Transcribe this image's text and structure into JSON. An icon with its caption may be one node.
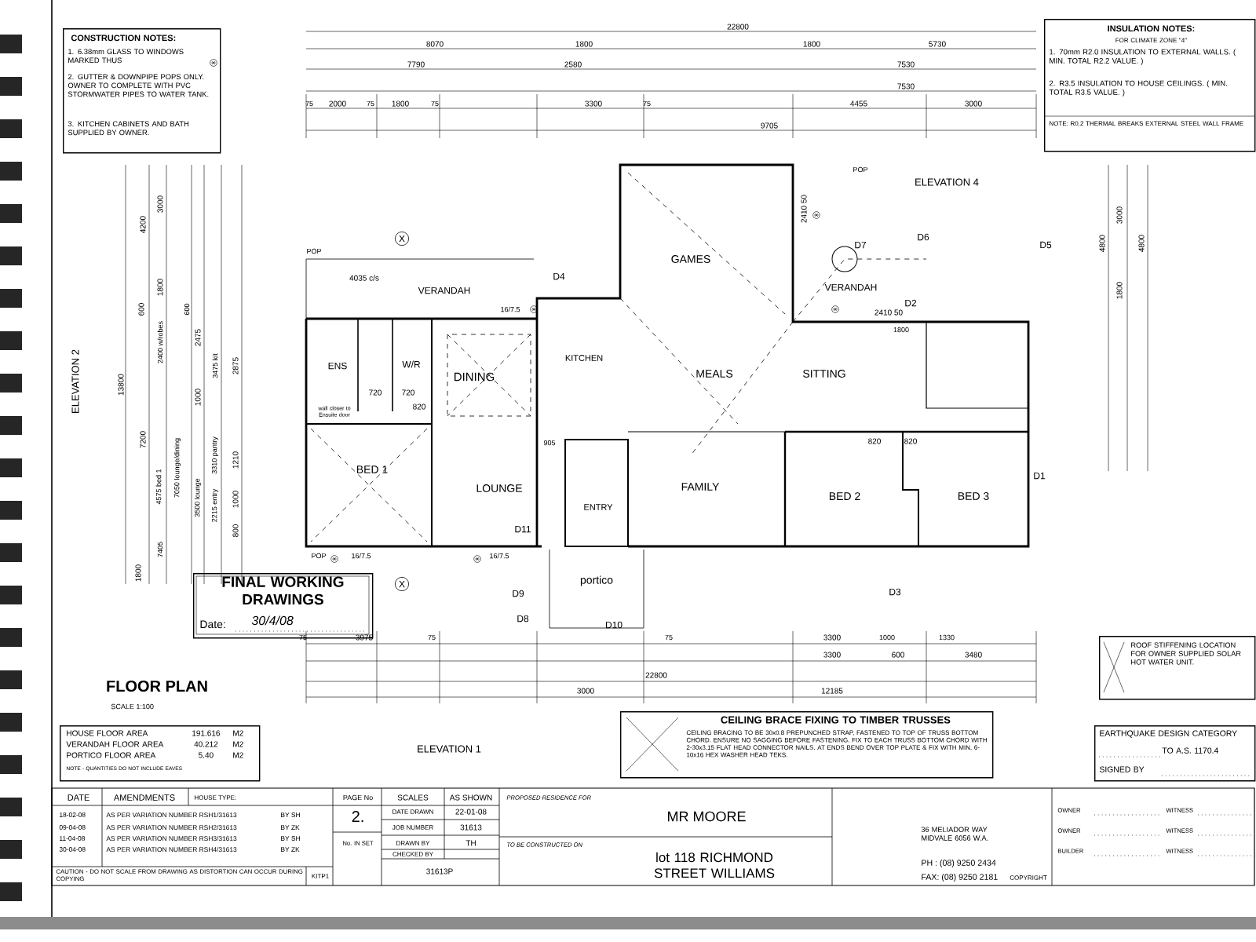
{
  "diagram": {
    "nodes": [
      {
        "text": [
          "CONSTRUCTION NOTES:",
          "1. 6.38mm GLASS TO WINDOWS MARKED THUS",
          "2. GUTTER & DOWNPIPE POPS ONLY. OWNER TO COMPLETE WITH PVC STORMWATER PIPES TO WATER TANK.",
          "3. KITCHEN CABINETS AND BATH SUPPLIED BY OWNER."
        ]
      },
      {
        "text": [
          "INSULATION NOTES:",
          "FOR CLIMATE ZONE \"4\"",
          "1. 70mm R2.0 INSULATION TO EXTERNAL WALLS. ( MIN. TOTAL R2.2 VALUE. )",
          "2. R3.5 INSULATION TO HOUSE CEILINGS. ( MIN. TOTAL R3.5 VALUE. )",
          "NOTE: R0.2 THERMAL BREAKS EXTERNAL STEEL WALL FRAME"
        ]
      },
      {
        "text": [
          "FINAL WORKING DRAWINGS",
          "Date:",
          "30/4/08"
        ]
      },
      {
        "text": [
          "HOUSE FLOOR AREA",
          "191.616",
          "M2",
          "VERANDAH FLOOR AREA",
          "40.212",
          "M2",
          "PORTICO FLOOR AREA",
          "5.40",
          "M2",
          "NOTE - QUANTITIES DO NOT INCLUDE EAVES"
        ]
      },
      {
        "text": [
          "CEILING BRACE FIXING TO TIMBER TRUSSES",
          "CEILING BRACING TO BE 30x0.8 PREPUNCHED STRAP, FASTENED TO TOP OF TRUSS BOTTOM CHORD. ENSURE NO SAGGING BEFORE FASTENING. FIX TO EACH TRUSS BOTTOM CHORD WITH 2-30x3.15 FLAT HEAD CONNECTOR NAILS. AT ENDS BEND OVER TOP PLATE & FIX WITH MIN. 6-10x16 HEX WASHER HEAD TEKS."
        ]
      },
      {
        "text": [
          "ROOF STIFFENING LOCATION FOR OWNER SUPPLIED SOLAR HOT WATER UNIT."
        ]
      },
      {
        "text": [
          "EARTHQUAKE DESIGN CATEGORY",
          "TO A.S. 1170.4",
          "SIGNED BY"
        ]
      }
    ],
    "labels": [
      "22800",
      "8070",
      "1800",
      "1800",
      "5730",
      "7790",
      "2580",
      "7530",
      "7530",
      "75",
      "2000",
      "75",
      "1800",
      "75",
      "3300",
      "75",
      "4455",
      "3000",
      "9705",
      "4200",
      "3000",
      "1800",
      "600",
      "2400 w/robes",
      "13800",
      "7200",
      "600",
      "2475",
      "3475 kit",
      "2875",
      "1000",
      "4575 bed 1",
      "7050 lounge/dining",
      "3500 lounge",
      "3310 pantry",
      "2215 entry",
      "1210",
      "1000",
      "800",
      "7405",
      "1800",
      "4800",
      "3000",
      "4800",
      "1800",
      "ELEVATION 2",
      "POP",
      "4035 c/s",
      "VERANDAH",
      "16/7.5",
      "D4",
      "ENS",
      "W/R",
      "DINING",
      "KITCHEN",
      "720",
      "720",
      "820",
      "wall closer to Ensuite door",
      "GAMES",
      "2410 50",
      "POP",
      "ELEVATION 4",
      "D7",
      "D6",
      "D5",
      "VERANDAH",
      "2410 50",
      "D2",
      "1800",
      "MEALS",
      "SITTING",
      "905",
      "820",
      "820",
      "BED 1",
      "LOUNGE",
      "ENTRY",
      "FAMILY",
      "BED 2",
      "BED 3",
      "D1",
      "D11",
      "POP",
      "16/7.5",
      "16/7.5",
      "D9",
      "portico",
      "D8",
      "D10",
      "D3",
      "X",
      "X",
      "75",
      "3975",
      "75",
      "75",
      "3300",
      "1000",
      "1330",
      "3300",
      "600",
      "3480",
      "22800",
      "3000",
      "12185",
      "FLOOR PLAN",
      "SCALE 1:100",
      "ELEVATION 1",
      "DATE",
      "AMENDMENTS",
      "HOUSE TYPE:",
      "18-02-08",
      "09-04-08",
      "11-04-08",
      "30-04-08",
      "AS PER VARIATION NUMBER RSH1/31613",
      "AS PER VARIATION NUMBER RSH2/31613",
      "AS PER VARIATION NUMBER RSH3/31613",
      "AS PER VARIATION NUMBER RSH4/31613",
      "BY SH",
      "BY ZK",
      "BY SH",
      "BY ZK",
      "CAUTION - DO NOT SCALE FROM DRAWING AS DISTORTION CAN OCCUR DURING COPYING",
      "KITP1",
      "PAGE No",
      "2.",
      "No. IN SET",
      "SCALES",
      "AS SHOWN",
      "DATE DRAWN",
      "22-01-08",
      "JOB NUMBER",
      "31613",
      "DRAWN BY",
      "TH",
      "CHECKED BY",
      "31613P",
      "PROPOSED RESIDENCE FOR",
      "MR MOORE",
      "TO BE CONSTRUCTED ON",
      "lot 118 RICHMOND STREET WILLIAMS",
      "36 MELIADOR WAY MIDVALE 6056 W.A.",
      "PH : (08) 9250 2434",
      "FAX: (08) 9250 2181",
      "COPYRIGHT",
      "OWNER",
      "WITNESS",
      "OWNER",
      "WITNESS",
      "BUILDER",
      "WITNESS"
    ]
  }
}
